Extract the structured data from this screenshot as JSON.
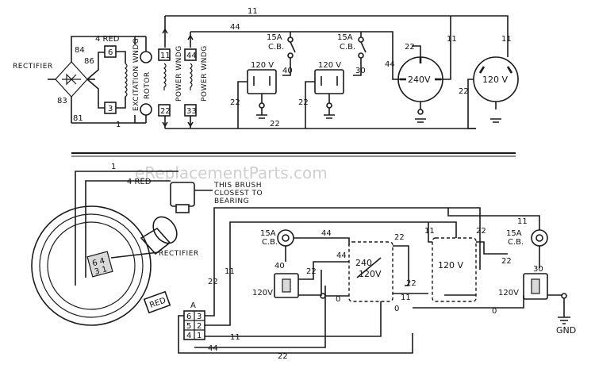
{
  "watermark": "eReplacementParts.com",
  "top": {
    "rectifier_label": "RECTIFIER",
    "red_wire": "4 RED",
    "excitation_label": "EXCITATION WNDG",
    "rotor_label": "ROTOR",
    "power_wndg_label": "POWER WNDG",
    "w84": "84",
    "w86": "86",
    "w83": "83",
    "w81": "81",
    "t6": "6",
    "t3": "3",
    "t1": "1",
    "w11": "11",
    "w44": "44",
    "w22": "22",
    "w40": "40",
    "w30": "30",
    "cb1": "15A",
    "cb1b": "C.B.",
    "cb2": "15A",
    "cb2b": "C.B.",
    "outlet1": "120 V",
    "outlet2": "120 V",
    "outlet240": "240V",
    "outlet120b": "120 V"
  },
  "bottom": {
    "red_wire": "4 RED",
    "w1": "1",
    "brush_note_1": "THIS BRUSH",
    "brush_note_2": "CLOSEST TO",
    "brush_note_3": "BEARING",
    "rectifier_label": "RECTIFIER",
    "red_tag": "RED",
    "cb1": "15A",
    "cb1b": "C.B.",
    "cb2": "15A",
    "cb2b": "C.B.",
    "recept1": "120V",
    "recept2": "120V",
    "switch1a": "240",
    "switch1b": "120V",
    "switch2": "120 V",
    "termA": "A",
    "t6": "6",
    "t3": "3",
    "t5": "5",
    "t2": "2",
    "t4": "4",
    "t1": "1",
    "w44": "44",
    "w22": "22",
    "w11": "11",
    "w40": "40",
    "w30": "30",
    "w0": "0",
    "gnd": "GND"
  }
}
